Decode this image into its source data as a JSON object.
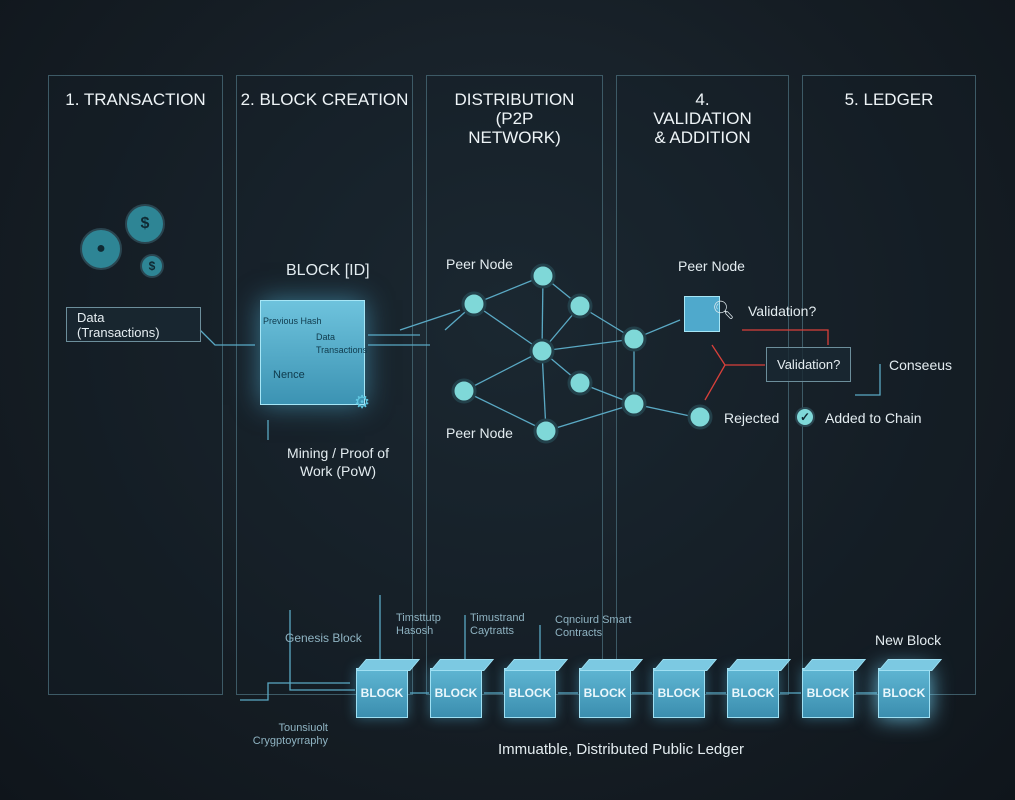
{
  "columns": [
    {
      "title": "1. TRANSACTION"
    },
    {
      "title": "2. BLOCK CREATION"
    },
    {
      "title": "DISTRIBUTION (P2P NETWORK)"
    },
    {
      "title": "4. VALIDATION & ADDITION"
    },
    {
      "title": "5. LEDGER"
    }
  ],
  "transaction": {
    "data_label": "Data (Transactions)",
    "icons": [
      "user-icon",
      "dollar-user-icon",
      "dollar-icon"
    ]
  },
  "block": {
    "title": "BLOCK [ID]",
    "face_left": "Previous Hash",
    "face_right": "Data Transactions",
    "nonce": "Nence",
    "mining": "Mining / Proof of Work (PoW)"
  },
  "network": {
    "peer_top": "Peer Node",
    "peer_bottom": "Peer Node"
  },
  "validation": {
    "peer": "Peer Node",
    "q1": "Validation?",
    "q2": "Validation?",
    "consensus": "Conseeus",
    "rejected": "Rejected",
    "added": "Added to Chain"
  },
  "chain": {
    "genesis": "Genesis Block",
    "ann1": "Timsttutp Hasosh",
    "ann2": "Timustrand Caytratts",
    "ann3": "Cqnciurd Smart Contracts",
    "ann4": "Tounsiuolt Crygptoyrraphy",
    "new_block": "New Block",
    "block_label": "BLOCK",
    "footer": "Immuatble, Distributed Public Ledger"
  },
  "colors": {
    "accent": "#5fc6e0",
    "node": "#7fd8d8",
    "reject": "#d9403a"
  }
}
